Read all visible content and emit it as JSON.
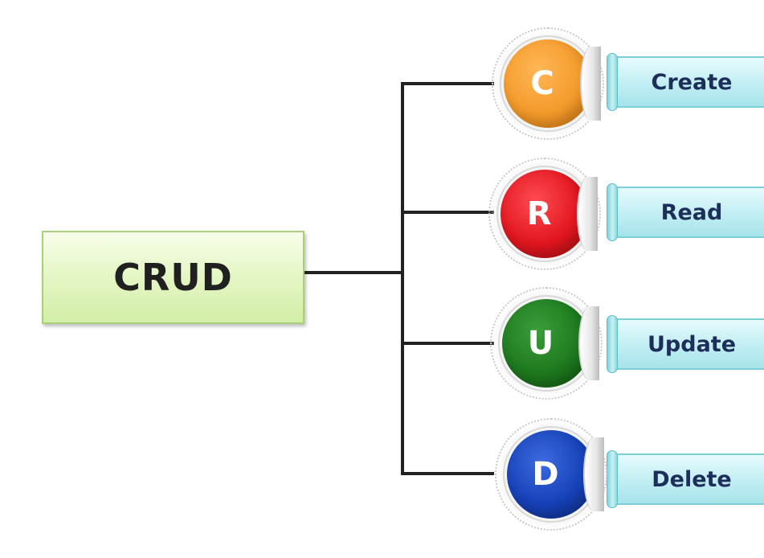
{
  "root": {
    "label": "CRUD",
    "color": "#d9f2b4"
  },
  "items": [
    {
      "letter": "C",
      "label": "Create",
      "color": "#f39a2b",
      "edge": "#e07f14"
    },
    {
      "letter": "R",
      "label": "Read",
      "color": "#e2161f",
      "edge": "#b30e15"
    },
    {
      "letter": "U",
      "label": "Update",
      "color": "#1e7a1e",
      "edge": "#145b14"
    },
    {
      "letter": "D",
      "label": "Delete",
      "color": "#1641b8",
      "edge": "#0f2f8c"
    }
  ],
  "ribbon_color": "#c4eff4",
  "text_color": "#1d2e5a"
}
